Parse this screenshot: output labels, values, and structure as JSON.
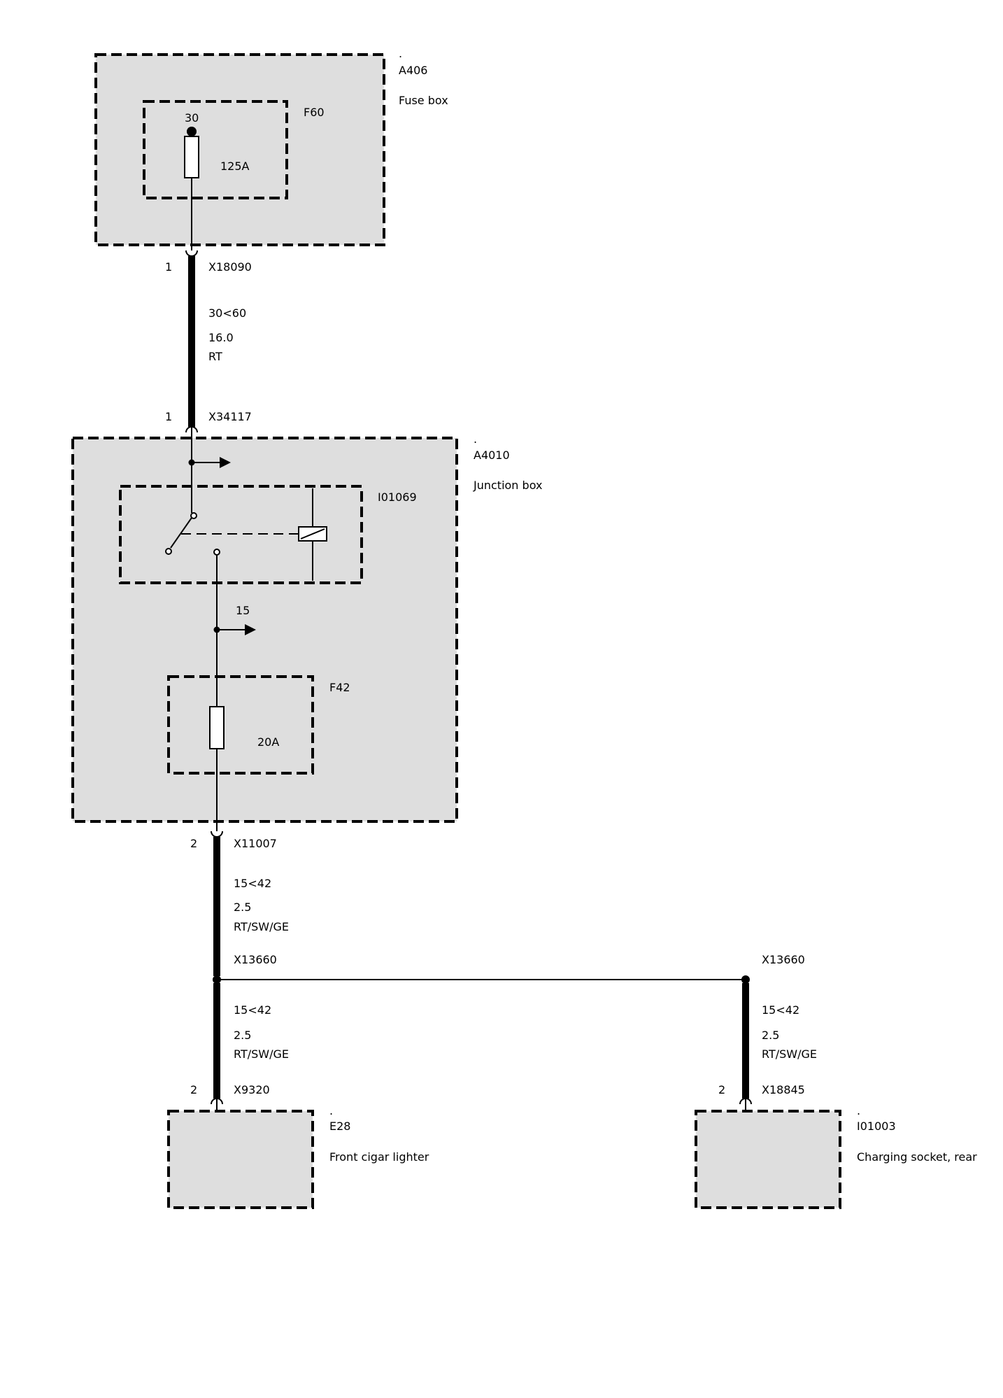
{
  "components": {
    "a406": {
      "dot": ".",
      "id": "A406",
      "name": "Fuse box"
    },
    "f60": {
      "id": "F60",
      "terminal": "30",
      "rating": "125A"
    },
    "a4010": {
      "dot": ".",
      "id": "A4010",
      "name": "Junction box"
    },
    "i01069": {
      "id": "I01069"
    },
    "f42": {
      "id": "F42",
      "rating": "20A"
    },
    "e28": {
      "dot": ".",
      "id": "E28",
      "name": "Front cigar lighter"
    },
    "i01003": {
      "dot": ".",
      "id": "I01003",
      "name": "Charging socket, rear"
    }
  },
  "terminal_15": "15",
  "connectors": {
    "x18090": {
      "pin": "1",
      "id": "X18090"
    },
    "x34117": {
      "pin": "1",
      "id": "X34117"
    },
    "x11007": {
      "pin": "2",
      "id": "X11007"
    },
    "x13660_left": {
      "id": "X13660"
    },
    "x13660_right": {
      "id": "X13660"
    },
    "x9320": {
      "pin": "2",
      "id": "X9320"
    },
    "x18845": {
      "pin": "2",
      "id": "X18845"
    }
  },
  "wires": {
    "w1": {
      "circuit": "30<60",
      "size": "16.0",
      "color": "RT"
    },
    "w2": {
      "circuit": "15<42",
      "size": "2.5",
      "color": "RT/SW/GE"
    },
    "w3": {
      "circuit": "15<42",
      "size": "2.5",
      "color": "RT/SW/GE"
    },
    "w4": {
      "circuit": "15<42",
      "size": "2.5",
      "color": "RT/SW/GE"
    }
  }
}
